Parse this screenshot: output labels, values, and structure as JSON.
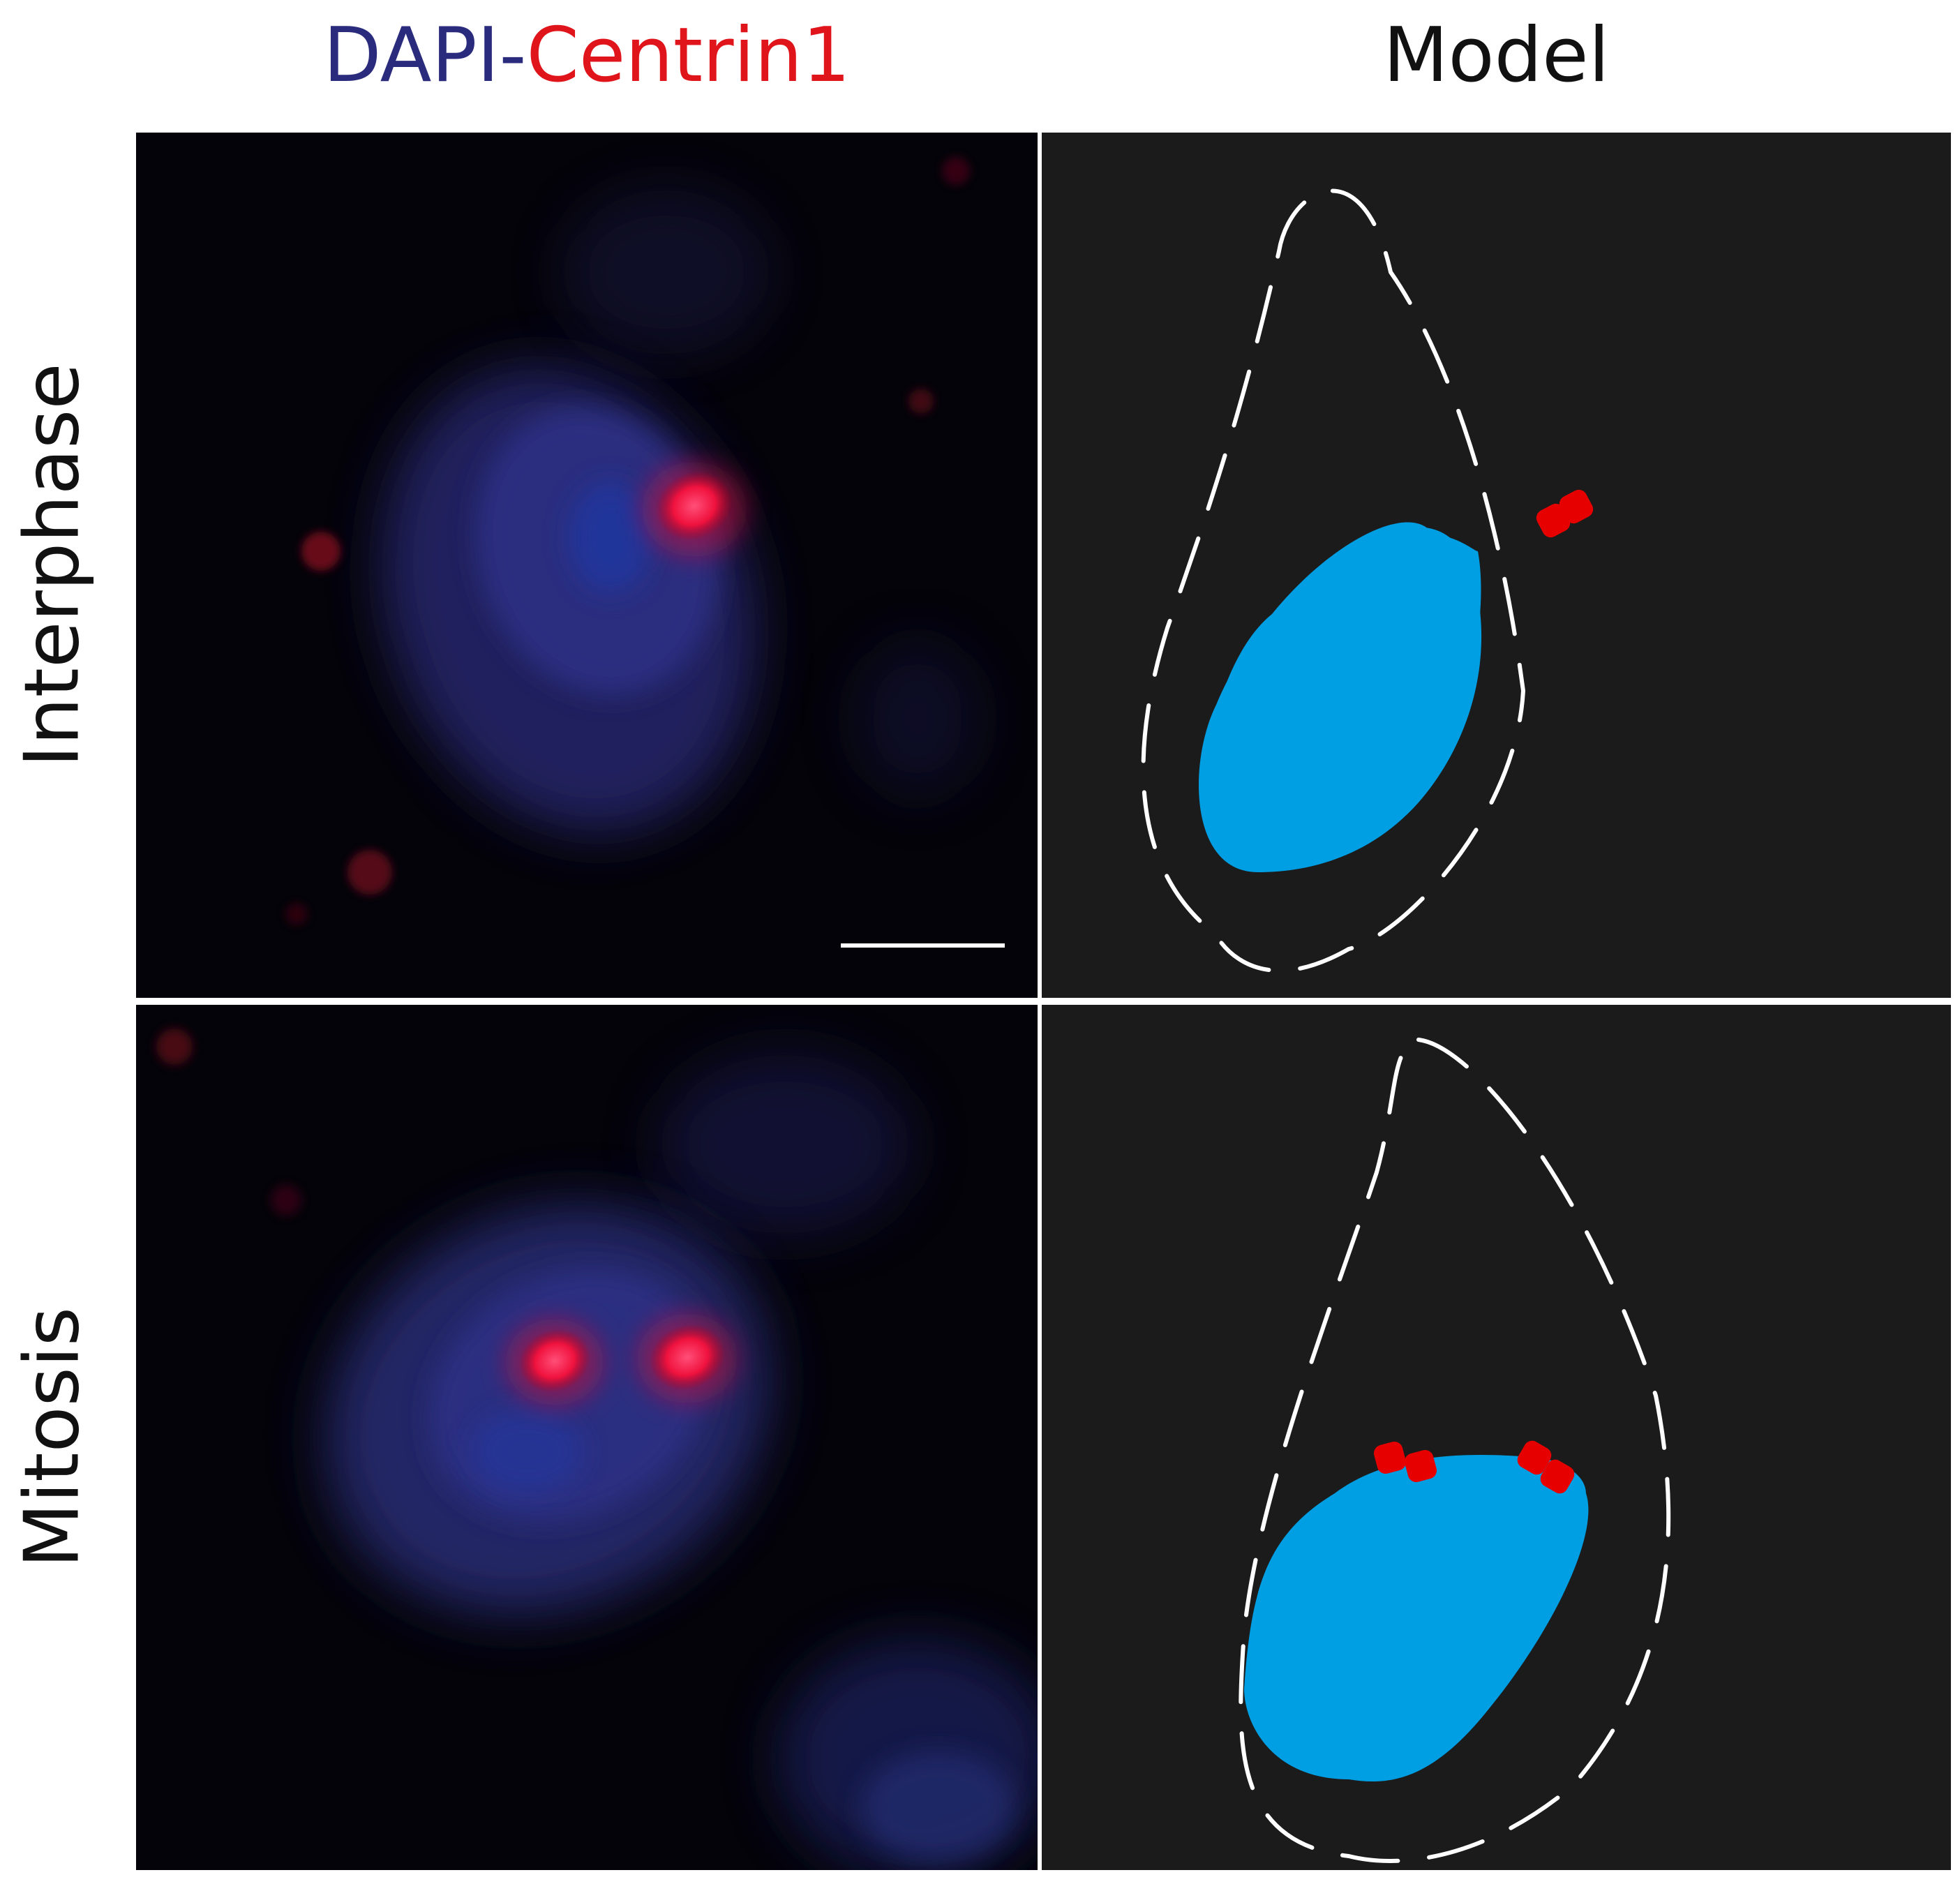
{
  "header": {
    "left_label_part1": "DAPI",
    "left_label_sep": "-",
    "left_label_part2": "Centrin1",
    "right_label": "Model"
  },
  "rows": {
    "top_label": "Interphase",
    "bottom_label": "Mitosis"
  },
  "colors": {
    "dapi": "#2a2a7a",
    "centrin": "#e0141b",
    "nucleus_model": "#009ee3",
    "centriole_model": "#e60000",
    "model_background": "#1b1b1b"
  }
}
